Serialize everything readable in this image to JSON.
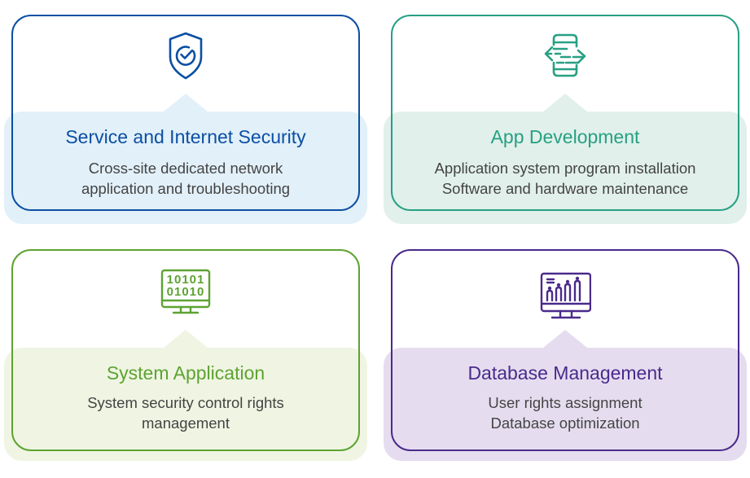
{
  "cards": [
    {
      "id": "security",
      "title": "Service and Internet Security",
      "lines": [
        "Cross-site dedicated network",
        "application and troubleshooting"
      ],
      "icon": "shield-check-icon",
      "colors": {
        "accent": "#0b4fa3",
        "panel": "#e2f0f9"
      }
    },
    {
      "id": "app-dev",
      "title": "App Development",
      "lines": [
        "Application system program installation",
        "Software and hardware maintenance"
      ],
      "icon": "mobile-transfer-icon",
      "colors": {
        "accent": "#27a083",
        "panel": "#e1f0ea"
      }
    },
    {
      "id": "system-app",
      "title": "System Application",
      "lines": [
        "System security control rights",
        "management"
      ],
      "icon": "binary-monitor-icon",
      "colors": {
        "accent": "#5ea332",
        "panel": "#eff5e2"
      }
    },
    {
      "id": "database",
      "title": "Database Management",
      "lines": [
        "User rights assignment",
        "Database optimization"
      ],
      "icon": "analytics-monitor-icon",
      "colors": {
        "accent": "#4a2a8c",
        "panel": "#e5ddef"
      }
    }
  ],
  "binary_rows": [
    "10101",
    "01010"
  ]
}
